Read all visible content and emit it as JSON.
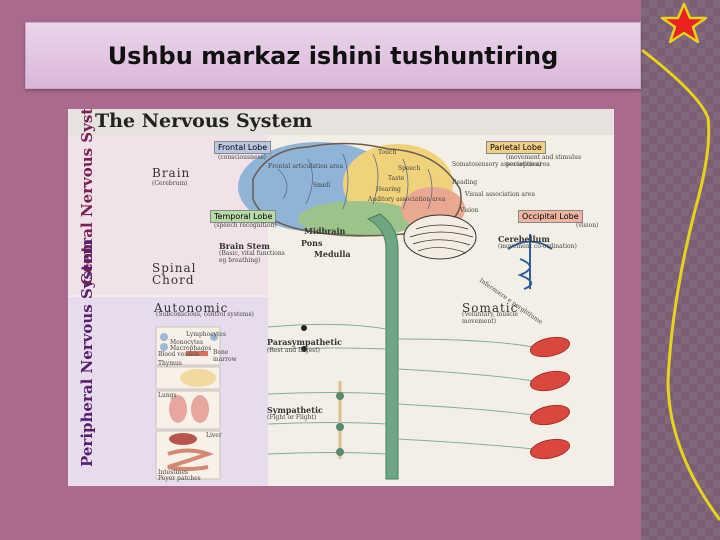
{
  "slide": {
    "title": "Ushbu markaz ishini tushuntiring"
  },
  "poster": {
    "title": "The Nervous System",
    "central_label": "Central Nervous System",
    "peripheral_label": "Peripheral Nervous System",
    "brain": "Brain",
    "brain_sub": "(Cerebrum)",
    "spinal": "Spinal",
    "chord": "Chord",
    "frontal_lobe": "Frontal Lobe",
    "frontal_sub": "(consciousness)",
    "parietal_lobe": "Parietal Lobe",
    "parietal_sub": "(movement and stimulus perception)",
    "temporal_lobe": "Temporal Lobe",
    "temporal_sub": "(speech recognition)",
    "occipital_lobe": "Occipital Lobe",
    "occipital_sub": "(vision)",
    "brain_stem": "Brain Stem",
    "brain_stem_sub": "(Basic, vital functions eg breathing)",
    "midbrain": "Midbrain",
    "pons": "Pons",
    "medulla": "Medulla",
    "cerebellum": "Cerebellum",
    "cerebellum_sub": "(movement co-ordination)",
    "autonomic": "Autonomic",
    "autonomic_sub": "(Subconscious, control systems)",
    "somatic": "Somatic",
    "somatic_sub": "(Voluntary, muscle movement)",
    "parasympathetic": "Parasympathetic",
    "parasympathetic_sub": "(Rest and Digest)",
    "sympathetic": "Sympathetic",
    "sympathetic_sub": "(Fight or Flight)",
    "brain_labels": [
      "Frontal articulation area",
      "Speech",
      "Smell",
      "Touch",
      "Taste",
      "Hearing",
      "Auditory association area",
      "Somatosensory association area",
      "Reading",
      "Visual association area",
      "Vision"
    ],
    "organs": [
      "Lymphocytes",
      "Monocytes",
      "Macrophages",
      "Blood vessels",
      "Bone marrow",
      "Thymus",
      "Lungs",
      "Liver",
      "Intestines",
      "Peyer patches"
    ],
    "caduceus_text": "Infermiere e perglitlume"
  },
  "colors": {
    "background": "#a96a8e",
    "title_bar": "#e3c8e3",
    "accent_star": "#e8231c",
    "accent_line": "#e8d21a"
  },
  "icons": [
    "star-icon"
  ]
}
